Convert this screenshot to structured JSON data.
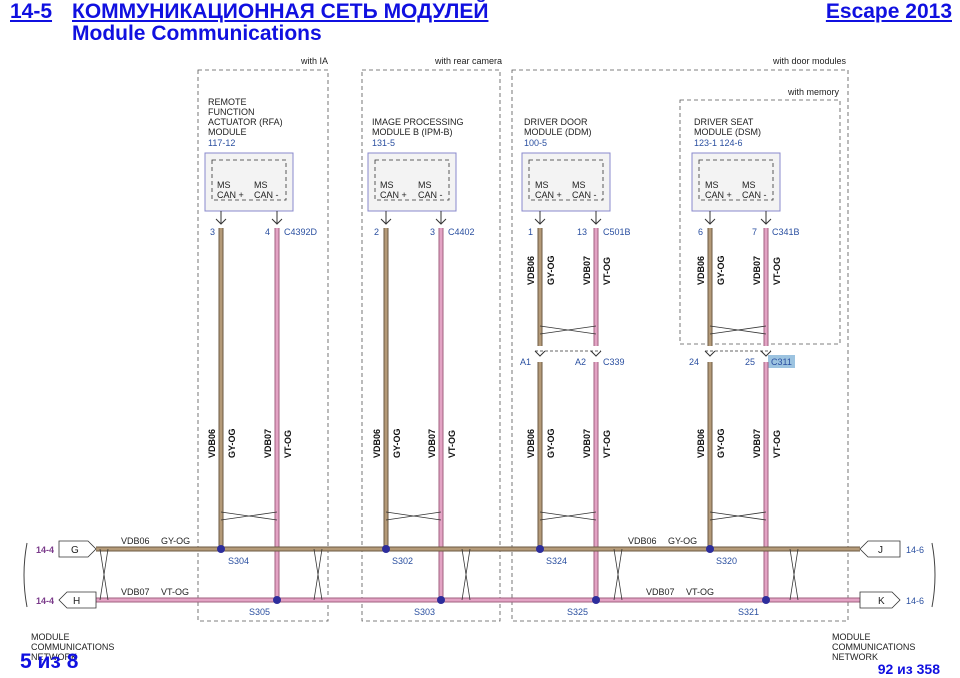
{
  "header": {
    "section": "14-5",
    "title_ru": "КОММУНИКАЦИОННАЯ СЕТЬ МОДУЛЕЙ",
    "title_en": "Module Communications",
    "vehicle": "Escape 2013"
  },
  "frames": {
    "ia": "with IA",
    "camera": "with rear camera",
    "door": "with door modules",
    "memory": "with memory"
  },
  "modules": {
    "rfa": {
      "name1": "REMOTE",
      "name2": "FUNCTION",
      "name3": "ACTUATOR (RFA)",
      "name4": "MODULE",
      "ref": "117-12",
      "canp": "CAN +",
      "canm": "CAN -",
      "ms": "MS",
      "pin1": "3",
      "pin2": "4",
      "conn": "C4392D"
    },
    "ipmb": {
      "name1": "IMAGE PROCESSING",
      "name2": "MODULE B (IPM-B)",
      "ref": "131-5",
      "canp": "CAN +",
      "canm": "CAN -",
      "ms": "MS",
      "pin1": "2",
      "pin2": "3",
      "conn": "C4402"
    },
    "ddm": {
      "name1": "DRIVER DOOR",
      "name2": "MODULE (DDM)",
      "ref": "100-5",
      "canp": "CAN +",
      "canm": "CAN -",
      "ms": "MS",
      "pin1": "1",
      "pin2": "13",
      "conn": "C501B",
      "pin3": "A1",
      "pin4": "A2",
      "conn2": "C339"
    },
    "dsm": {
      "name1": "DRIVER SEAT",
      "name2": "MODULE (DSM)",
      "ref": "123-1  124-6",
      "canp": "CAN +",
      "canm": "CAN -",
      "ms": "MS",
      "pin1": "6",
      "pin2": "7",
      "conn": "C341B",
      "pin3": "24",
      "pin4": "25",
      "conn2": "C311"
    }
  },
  "wires": {
    "gy_circuit": "VDB06",
    "gy_color": "GY-OG",
    "vt_circuit": "VDB07",
    "vt_color": "VT-OG"
  },
  "splices": {
    "s304": "S304",
    "s302": "S302",
    "s324": "S324",
    "s320": "S320",
    "s305": "S305",
    "s303": "S303",
    "s325": "S325",
    "s321": "S321"
  },
  "connectors": {
    "g": "G",
    "h": "H",
    "j": "J",
    "k": "K",
    "left_ref": "14-4",
    "right_ref": "14-6"
  },
  "network_label": {
    "line1": "MODULE",
    "line2": "COMMUNICATIONS",
    "line3": "NETWORK"
  },
  "pager": {
    "left": "5 из 8",
    "right": "92 из 358"
  },
  "colors": {
    "title": "#1010e0",
    "gray_wire": "#6b5a43",
    "pink_wire": "#a0627f",
    "splice": "#2d2d9c",
    "ref_text": "#2a4fa0"
  }
}
